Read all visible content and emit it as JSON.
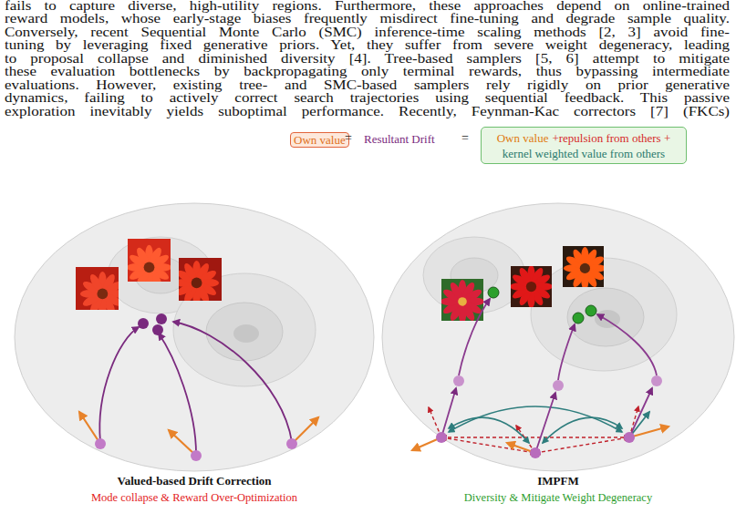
{
  "diagram": {
    "nodes": [
      {
        "text": [
          "Own value"
        ]
      },
      {
        "text": [
          "Own value",
          "+repulsion from others +",
          "kernel weighted value from others"
        ]
      },
      {
        "text": [
          "Valued-based Drift Correction",
          "Mode collapse & Reward Over-Optimization"
        ]
      },
      {
        "text": [
          "IMPFM",
          "Diversity & Mitigate Weight Degeneracy"
        ]
      }
    ],
    "labels": [
      "fails to capture diverse, high-utility regions. Furthermore, these approaches depend on online-trained",
      "reward models, whose early-stage biases frequently misdirect fine-tuning and degrade sample quality.",
      "Conversely, recent Sequential Monte Carlo (SMC) inference-time scaling methods [2, 3] avoid fine-",
      "tuning by leveraging fixed generative priors. Yet, they suffer from severe weight degeneracy, leading",
      "to proposal collapse and diminished diversity [4]. Tree-based samplers [5, 6] attempt to mitigate",
      "these evaluation bottlenecks by backpropagating only terminal rewards, thus bypassing intermediate",
      "evaluations. However, existing tree- and SMC-based samplers rely rigidly on prior generative",
      "dynamics, failing to actively correct search trajectories using sequential feedback. This passive",
      "exploration inevitably yields suboptimal performance. Recently, Feynman-Kac correctors [7] (FKCs)",
      "=",
      "Resultant Drift",
      "="
    ]
  }
}
